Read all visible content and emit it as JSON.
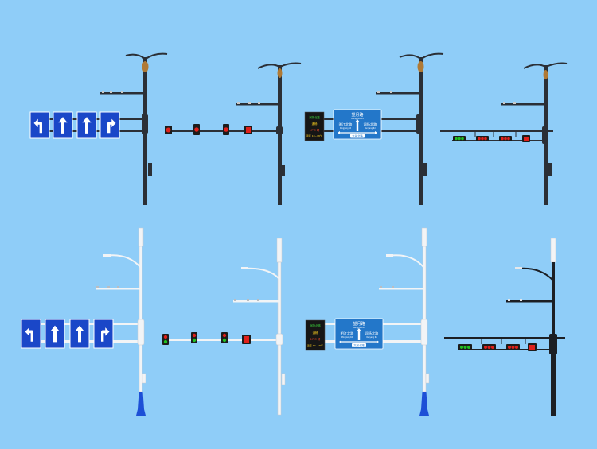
{
  "colors": {
    "background": "#8fcdf8",
    "dark_pole": "#2b2f36",
    "white_pole": "#f2f4f6",
    "sign_blue": "#1a47c8",
    "guide_blue": "#2377c9",
    "base_blue": "#1d4fd6",
    "red_light": "#e0201b",
    "green_light": "#20c020"
  },
  "guide_sign": {
    "title": "望月路",
    "subtitle": "Wangyue Rd",
    "left_name": "明江北路",
    "left_pinyin": "Mingjiang Rd",
    "right_name": "润扬北路",
    "right_pinyin": "Runyang Rd",
    "bottom_name": "文景北路"
  },
  "info_board": {
    "line1": "润扬北路",
    "line2": "通畅",
    "line3": "17℃  晴",
    "line4": "温度 10~18℃"
  },
  "arrow_icons": [
    "left-turn-arrow",
    "straight-arrow",
    "straight-arrow",
    "right-turn-arrow"
  ]
}
